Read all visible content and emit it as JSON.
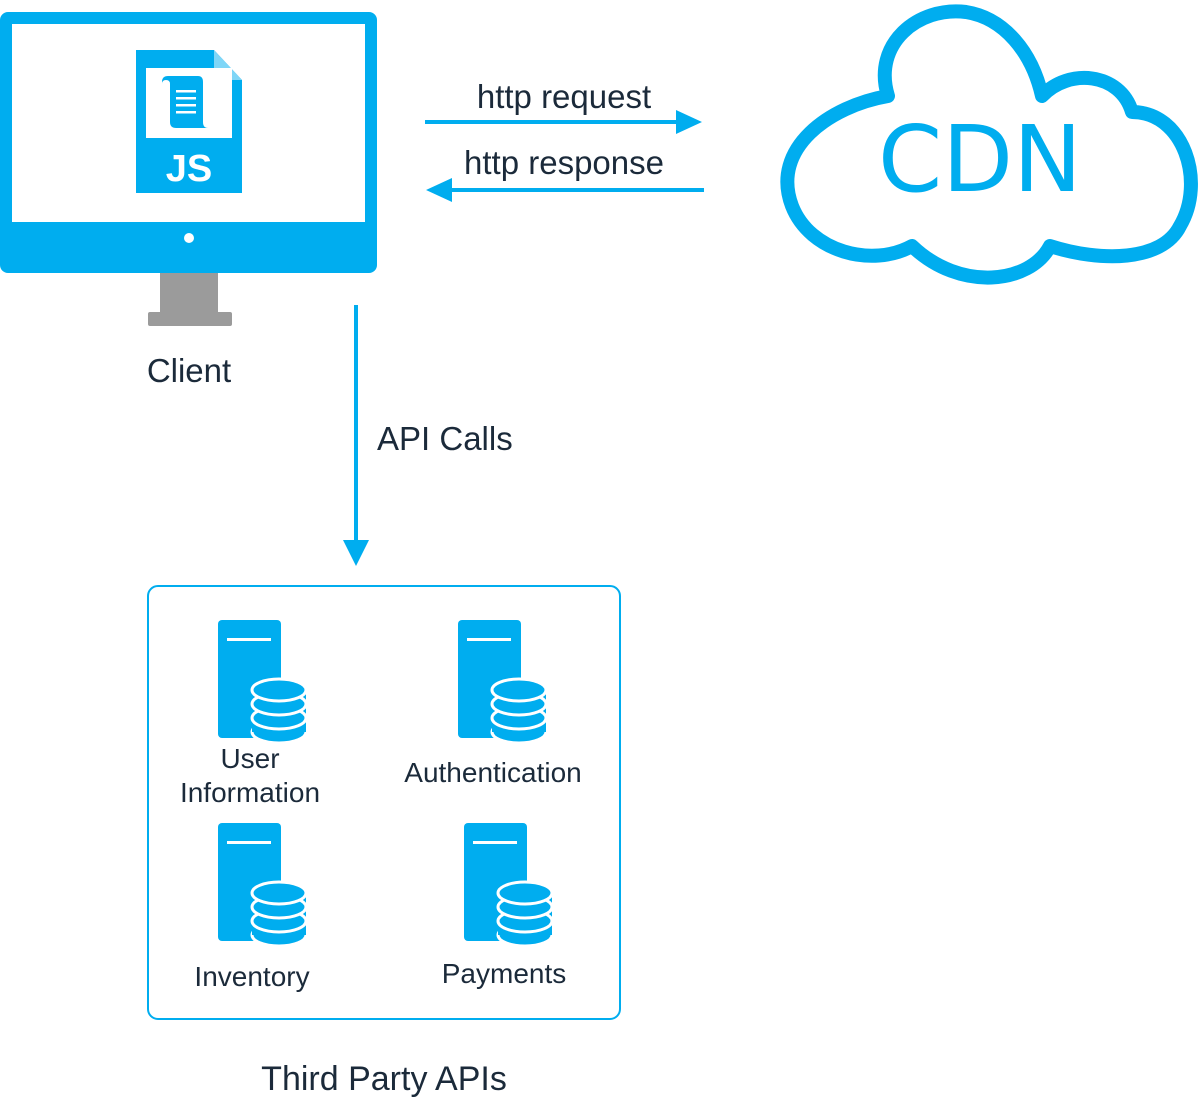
{
  "client": {
    "label": "Client",
    "file_badge": "JS"
  },
  "cdn": {
    "label": "CDN"
  },
  "arrows": {
    "request_label": "http request",
    "response_label": "http response",
    "api_label": "API Calls"
  },
  "third_party": {
    "title": "Third Party APIs",
    "services": [
      {
        "label": "User Information"
      },
      {
        "label": "Authentication"
      },
      {
        "label": "Inventory"
      },
      {
        "label": "Payments"
      }
    ]
  },
  "colors": {
    "accent": "#00adef",
    "stand": "#9b9b9b",
    "text": "#1b2a3a"
  }
}
